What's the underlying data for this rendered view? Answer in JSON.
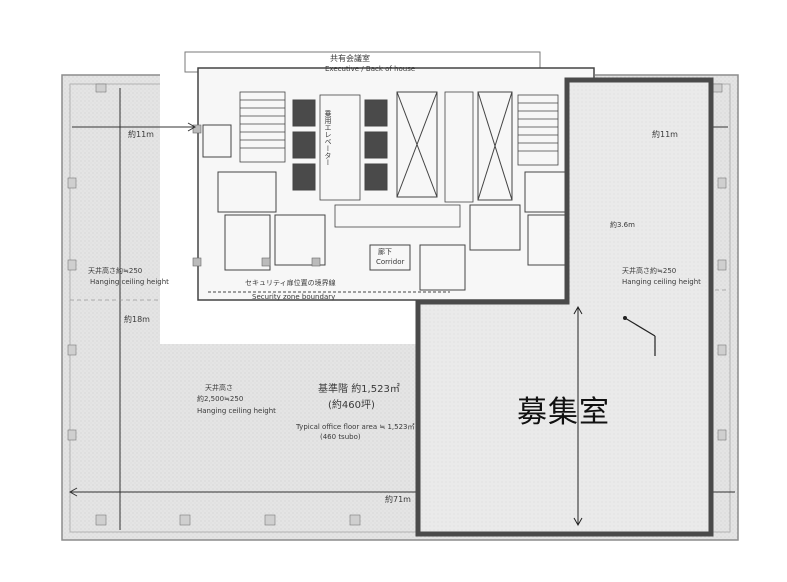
{
  "floor_plan": {
    "core": {
      "top_room_label": "共有会議室",
      "top_room_sublabel": "Executive / Back of house",
      "elevator_hall_label": "乗用エレベーター",
      "security_label": "セキュリティ扉位置の境界線",
      "security_sublabel": "Security zone boundary",
      "corridor_label": "廊下",
      "corridor_sublabel": "Corridor"
    },
    "dimensions": {
      "top_left": "約11m",
      "top_right": "約11m",
      "left_depth": "約18m",
      "small_right": "約3.6m",
      "bottom": "約71m"
    },
    "zones": {
      "left_ceiling_label": "天井高さ約≒250",
      "left_ceiling_sublabel": "Hanging ceiling height",
      "left_lower_label": "天井高さ",
      "left_lower_label2": "約2,500≒250",
      "left_lower_sublabel": "Hanging ceiling height",
      "right_ceiling_label": "天井高さ約≒250",
      "right_ceiling_sublabel": "Hanging ceiling height"
    },
    "standard_floor": {
      "label": "基準階",
      "area": "約1,523㎡",
      "tsubo": "(約460坪)",
      "sublabel": "Typical office floor area ≒ 1,523㎡",
      "sublabel2": "(460 tsubo)"
    },
    "vacancy": {
      "label": "募集室"
    }
  }
}
